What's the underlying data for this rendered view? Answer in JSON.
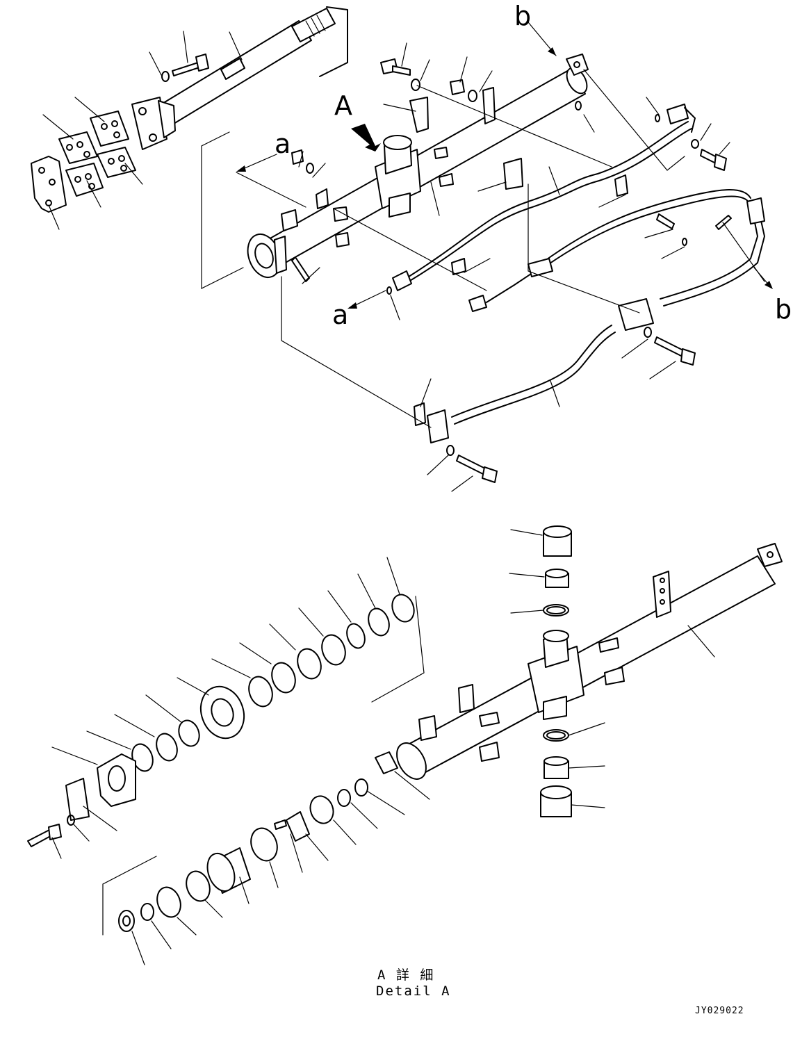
{
  "callouts": {
    "view_a": "A",
    "conn_a_top": "a",
    "conn_a_bottom": "a",
    "conn_b_top": "b",
    "conn_b_bottom": "b"
  },
  "caption": {
    "jp": "A 詳 細",
    "en": "Detail A"
  },
  "drawing_code": "JY029022"
}
